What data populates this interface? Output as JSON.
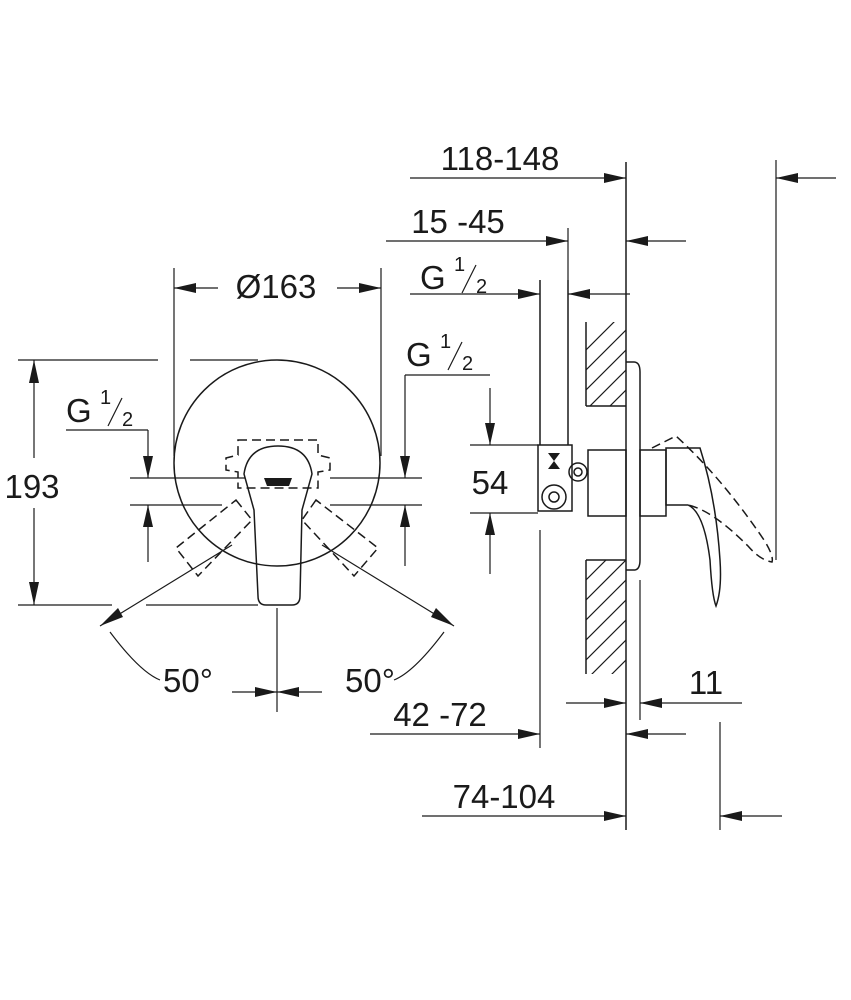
{
  "dimensions": {
    "d_118_148": "118-148",
    "d_15_45": "15 -45",
    "d_diameter": "Ø163",
    "d_193": "193",
    "d_54": "54",
    "d_50_left": "50°",
    "d_50_right": "50°",
    "d_42_72": "42 -72",
    "d_74_104": "74-104",
    "d_11": "11"
  },
  "threads": {
    "left": {
      "letter": "G",
      "num": "1",
      "den": "2"
    },
    "center": {
      "letter": "G",
      "num": "1",
      "den": "2"
    },
    "side": {
      "letter": "G",
      "num": "1",
      "den": "2"
    }
  },
  "colors": {
    "ink": "#1a1a1a",
    "background": "#ffffff"
  }
}
